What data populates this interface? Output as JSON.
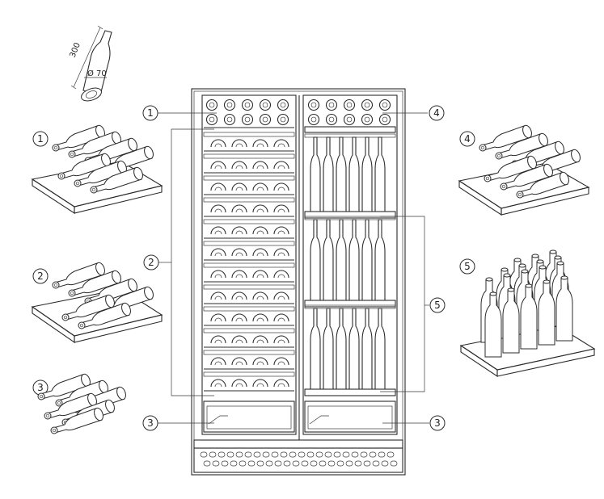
{
  "dimensions": {
    "length_label": "300",
    "diameter_label": "Ø 70"
  },
  "callouts": {
    "c1": "1",
    "c2": "2",
    "c3": "3",
    "c4": "4",
    "c5": "5"
  },
  "colors": {
    "stroke": "#2b2b2b",
    "background": "#ffffff"
  }
}
